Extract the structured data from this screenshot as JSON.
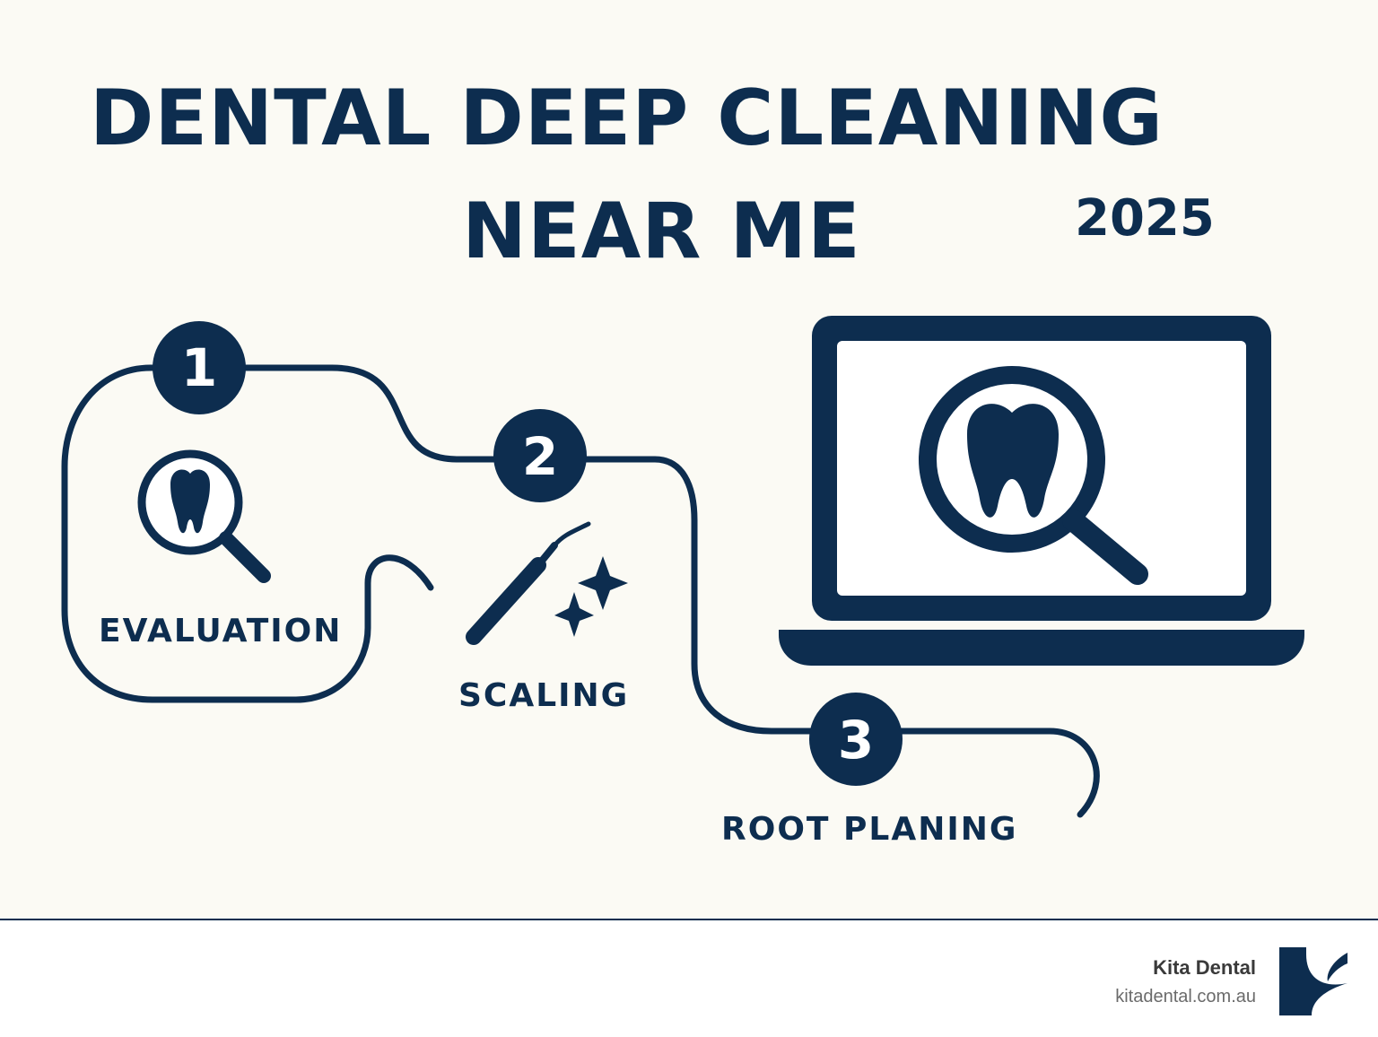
{
  "title": {
    "line1": "DENTAL DEEP CLEANING",
    "line2": "NEAR ME",
    "year": "2025"
  },
  "steps": [
    {
      "number": "1",
      "label": "EVALUATION",
      "icon": "tooth-magnifier-icon"
    },
    {
      "number": "2",
      "label": "SCALING",
      "icon": "dental-scaler-sparkle-icon"
    },
    {
      "number": "3",
      "label": "ROOT PLANING",
      "icon": "none"
    }
  ],
  "illustration": {
    "icon": "laptop-tooth-search-icon"
  },
  "footer": {
    "brand_name": "Kita Dental",
    "brand_url": "kitadental.com.au",
    "logo": "kita-k-logo-icon"
  },
  "colors": {
    "navy": "#0d2d4f",
    "background": "#fbfaf4",
    "footer_background": "#ffffff"
  }
}
